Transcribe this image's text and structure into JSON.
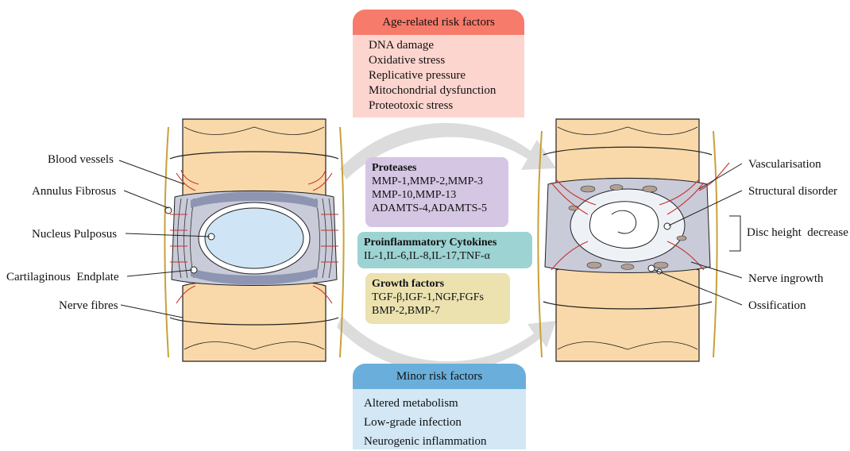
{
  "age_box": {
    "title": "Age-related risk factors",
    "items": [
      "DNA damage",
      "Oxidative stress",
      "Replicative pressure",
      "Mitochondrial dysfunction",
      "Proteotoxic stress"
    ]
  },
  "minor_box": {
    "title": "Minor risk factors",
    "items": [
      "Altered metabolism",
      "Low-grade infection",
      "Neurogenic inflammation"
    ]
  },
  "proteases": {
    "title": "Proteases",
    "lines": [
      "MMP-1,MMP-2,MMP-3",
      "MMP-10,MMP-13",
      "ADAMTS-4,ADAMTS-5"
    ]
  },
  "cytokines": {
    "title": "Proinflammatory Cytokines",
    "lines": [
      "IL-1,IL-6,IL-8,IL-17,TNF-α"
    ]
  },
  "growth": {
    "title": "Growth factors",
    "lines": [
      "TGF-β,IGF-1,NGF,FGFs",
      "BMP-2,BMP-7"
    ]
  },
  "left_labels": [
    "Blood vessels",
    "Annulus Fibrosus",
    "Nucleus Pulposus",
    "Cartilaginous  Endplate",
    "Nerve fibres"
  ],
  "right_labels": [
    "Vascularisation",
    "Structural disorder",
    "Disc height  decrease",
    "Nerve ingrowth",
    "Ossification"
  ],
  "colors": {
    "age_head": "#f77b6b",
    "age_body": "#fdd5cf",
    "minor_head": "#6aafdb",
    "minor_body": "#d3e7f5",
    "proteases": "#d5c6e3",
    "cytokines": "#9dd3d3",
    "growth": "#ebe2b0",
    "bone": "#f9d9a9",
    "nucleus": "#cfe5f5",
    "endplate": "#8d95b3",
    "arrow": "#dcdcdc"
  }
}
